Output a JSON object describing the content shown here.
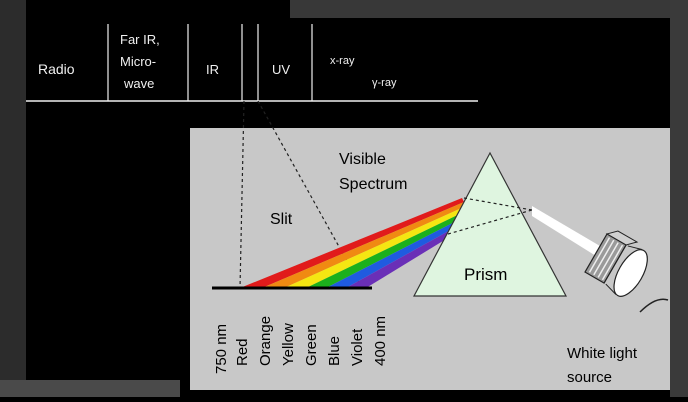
{
  "spectrum_bands": [
    {
      "id": "radio",
      "lines": [
        "Radio"
      ]
    },
    {
      "id": "far-ir",
      "lines": [
        "Far IR,",
        "Micro-",
        "wave"
      ]
    },
    {
      "id": "ir",
      "lines": [
        "IR"
      ]
    },
    {
      "id": "uv",
      "lines": [
        "UV"
      ]
    },
    {
      "id": "xray",
      "lines": [
        "x-ray"
      ]
    },
    {
      "id": "gamma",
      "lines": [
        "γ-ray"
      ]
    }
  ],
  "labels": {
    "visible_spectrum_line1": "Visible",
    "visible_spectrum_line2": "Spectrum",
    "slit": "Slit",
    "prism": "Prism",
    "white_light_line1": "White light",
    "white_light_line2": "source"
  },
  "screen_labels": [
    "750 nm",
    "Red",
    "Orange",
    "Yellow",
    "Green",
    "Blue",
    "Violet",
    "400 nm"
  ],
  "colors": {
    "background": "#000000",
    "panel": "#c8c8c8",
    "frame": "#3a3a3a",
    "prism": "#dff5e0",
    "red": "#e11b1b",
    "orange": "#f08a12",
    "yellow": "#f5e612",
    "green": "#1cb01c",
    "blue": "#1f5be0",
    "violet": "#6a2fb7"
  }
}
